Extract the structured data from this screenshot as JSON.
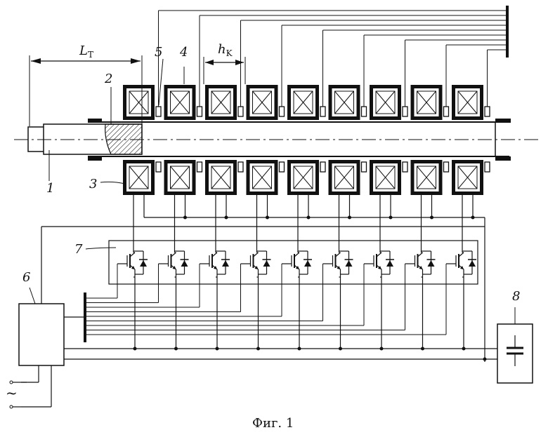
{
  "labels": {
    "l1": "1",
    "l2": "2",
    "l3": "3",
    "l4": "4",
    "l5": "5",
    "l6": "6",
    "l7": "7",
    "l8": "8",
    "lt_main": "L",
    "lt_sub": "T",
    "hk_main": "h",
    "hk_sub": "K",
    "ac": "~"
  },
  "caption": "Фиг. 1",
  "coil_count": 9
}
